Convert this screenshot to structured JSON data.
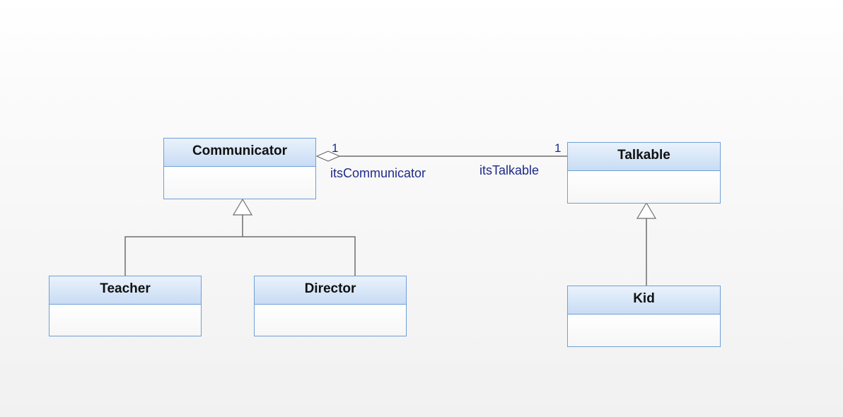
{
  "classes": {
    "communicator": "Communicator",
    "talkable": "Talkable",
    "teacher": "Teacher",
    "director": "Director",
    "kid": "Kid"
  },
  "association": {
    "left_multiplicity": "1",
    "right_multiplicity": "1",
    "left_role": "itsCommunicator",
    "right_role": "itsTalkable"
  },
  "colors": {
    "class_border": "#6f9fd6",
    "class_header": "#d7e6f8",
    "connector": "#6e6e6e",
    "label_text": "#1f2a8a"
  }
}
